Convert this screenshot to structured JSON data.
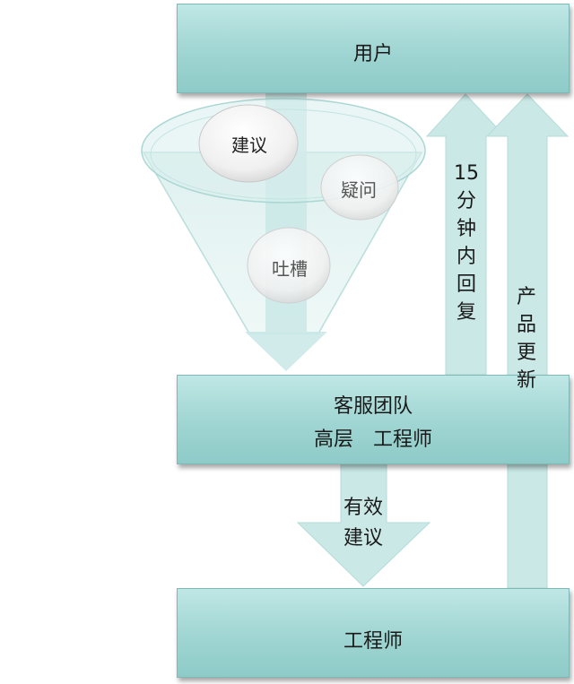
{
  "boxes": {
    "user": "用户",
    "team_line1": "客服团队",
    "team_line2": "高层　工程师",
    "engineer": "工程师"
  },
  "funnel": {
    "suggest": "建议",
    "question": "疑问",
    "complain": "吐槽"
  },
  "arrows": {
    "reply_chars": [
      "15",
      "分",
      "钟",
      "内",
      "回",
      "复"
    ],
    "update_chars": [
      "产",
      "品",
      "更",
      "新"
    ],
    "effective_line1": "有效",
    "effective_line2": "建议"
  },
  "colors": {
    "box_fill": "#9fd5d2",
    "arrow_fill": "#c9e8e6",
    "funnel_fill": "#e4f3f2"
  }
}
